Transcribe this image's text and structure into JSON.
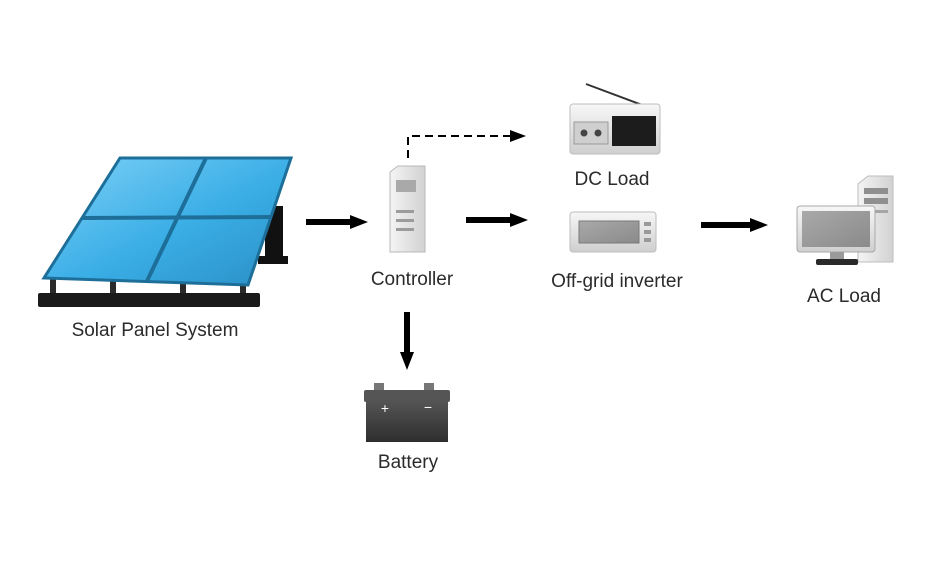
{
  "labels": {
    "solar": "Solar Panel System",
    "controller": "Controller",
    "battery": "Battery",
    "dc_load": "DC Load",
    "inverter": "Off-grid inverter",
    "ac_load": "AC Load",
    "battery_plus": "+",
    "battery_minus": "−"
  },
  "colors": {
    "panel": "#3aaee6",
    "panel_frame": "#1d6f9a",
    "arrow": "#000000",
    "device_body": "#e6e6e6",
    "battery_body": "#3c3c3c"
  },
  "icons": {
    "solar": "solar-panel-icon",
    "controller": "controller-icon",
    "battery": "battery-icon",
    "dc_load": "radio-icon",
    "inverter": "inverter-icon",
    "ac_load": "computer-icon"
  }
}
